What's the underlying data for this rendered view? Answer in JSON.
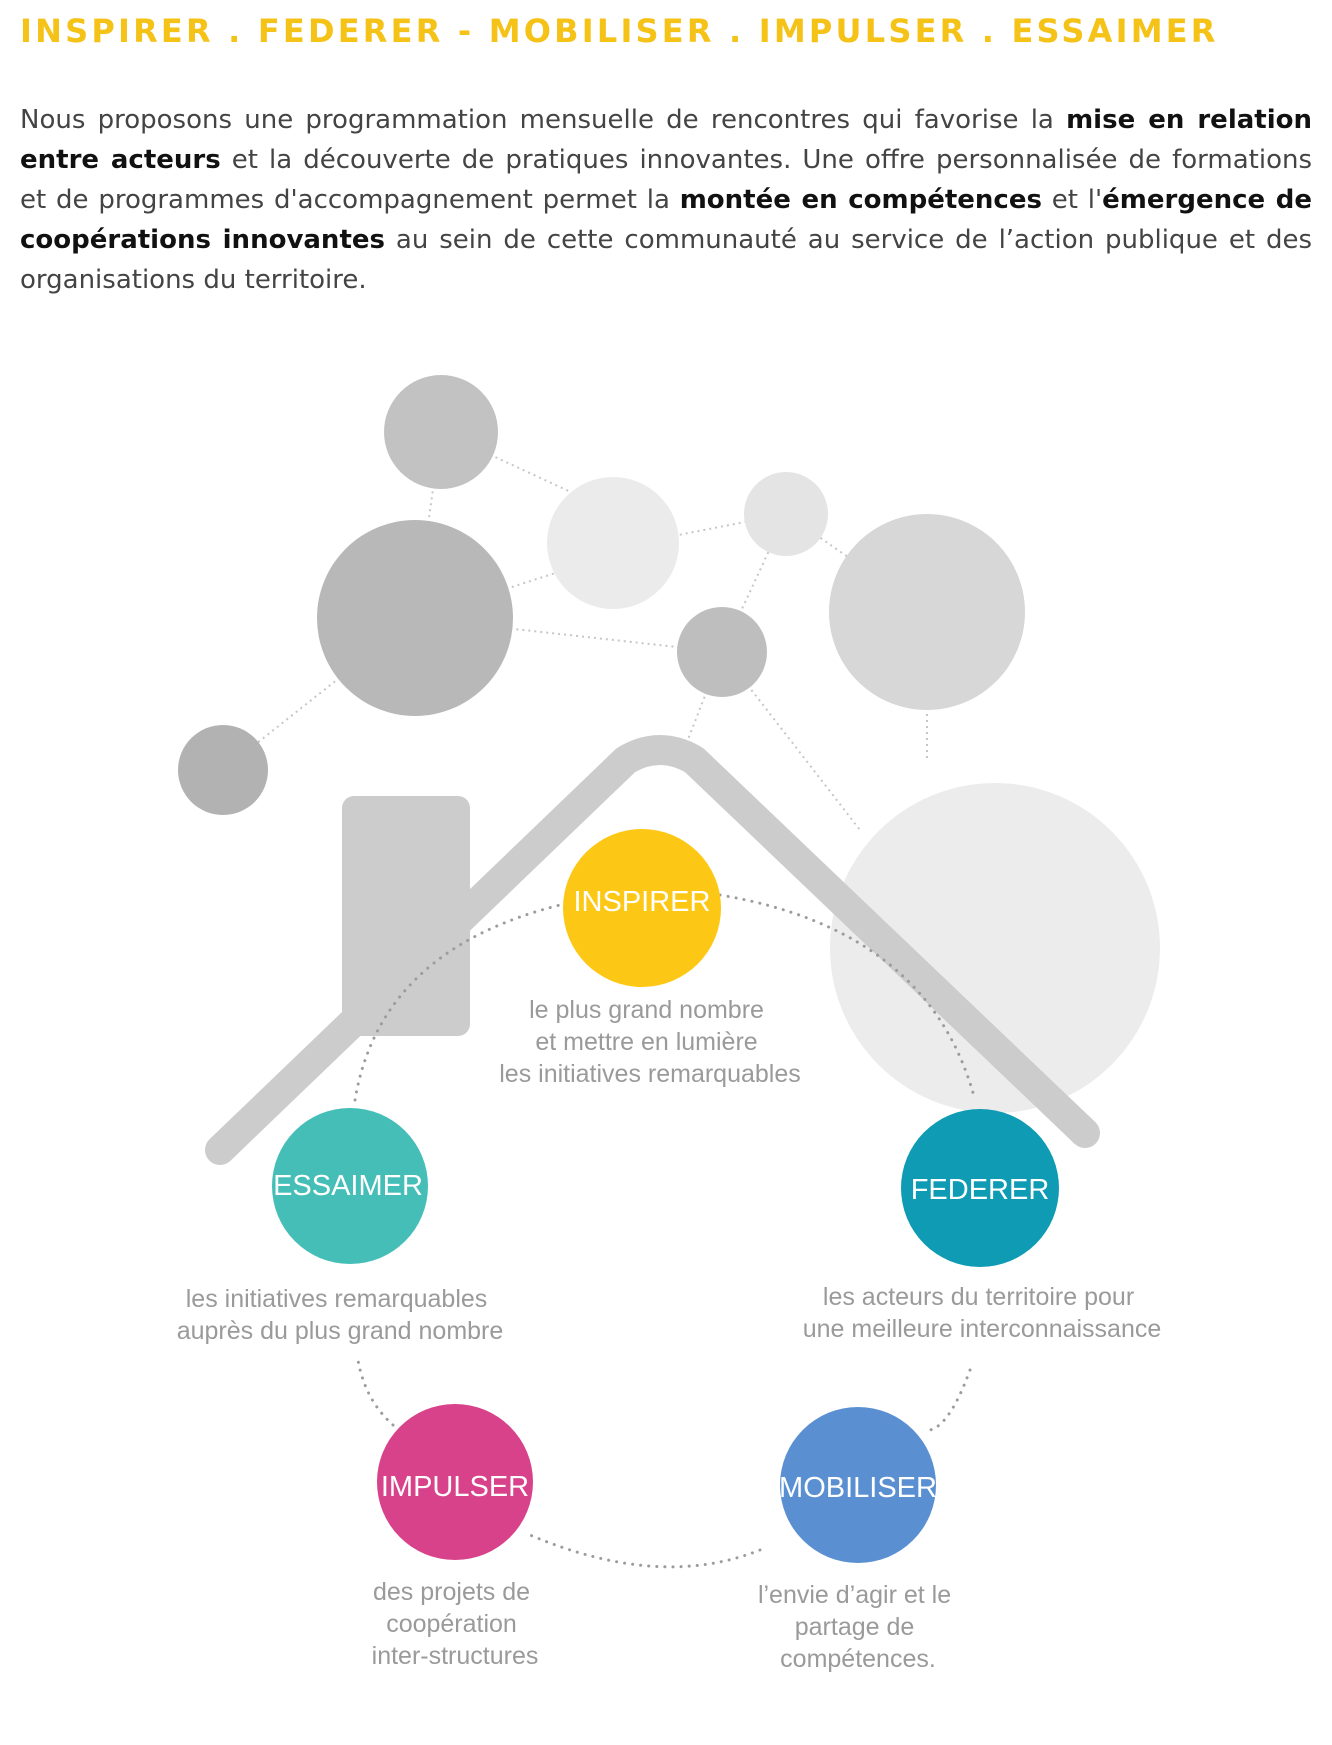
{
  "heading": "INSPIRER . FEDERER - MOBILISER . IMPULSER . ESSAIMER",
  "intro": {
    "p1": "Nous proposons une programmation mensuelle de rencontres qui favorise la ",
    "b1": "mise en relation entre acteurs",
    "p2": " et la découverte de pratiques innovantes. Une offre personnalisée de formations et de programmes d'accompagnement permet la ",
    "b2": "montée en compétences",
    "p3": " et l'",
    "b3": "émergence de coopérations innovantes",
    "p4": " au sein de cette communauté au service de l’action publique et des organisations du territoire."
  },
  "diagram": {
    "nodes": [
      {
        "id": "inspirer",
        "label": "INSPIRER",
        "color": "#fdc815",
        "description": [
          "le plus grand nombre",
          "et mettre en lumière",
          "les initiatives remarquables"
        ]
      },
      {
        "id": "federer",
        "label": "FEDERER",
        "color": "#0e9bb3",
        "description": [
          "les acteurs du territoire pour",
          "une meilleure interconnaissance"
        ]
      },
      {
        "id": "mobiliser",
        "label": "MOBILISER",
        "color": "#5a90d2",
        "description": [
          "l’envie d’agir et le",
          "partage de",
          "compétences."
        ]
      },
      {
        "id": "impulser",
        "label": "IMPULSER",
        "color": "#d8428a",
        "description": [
          "des projets de",
          "coopération",
          "inter-structures"
        ]
      },
      {
        "id": "essaimer",
        "label": "ESSAIMER",
        "color": "#45beb8",
        "description": [
          "les initiatives remarquables",
          "auprès du plus grand nombre"
        ]
      }
    ],
    "network_colors": [
      "#bdbdbd",
      "#e8e8e8",
      "#d6d6d6",
      "#ababab",
      "#cfcfcf"
    ]
  }
}
